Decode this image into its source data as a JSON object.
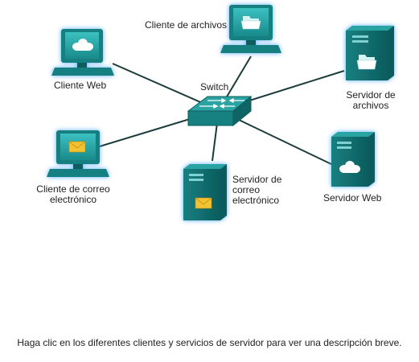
{
  "diagram": {
    "switch_label": "Switch",
    "nodes": {
      "web_client": {
        "label": "Cliente Web",
        "icon": "cloud-icon"
      },
      "file_client": {
        "label": "Cliente de archivos",
        "icon": "folder-icon"
      },
      "email_client": {
        "label_line1": "Cliente de correo",
        "label_line2": "electrónico",
        "icon": "envelope-icon"
      },
      "file_server": {
        "label_line1": "Servidor de",
        "label_line2": "archivos",
        "icon": "folder-icon"
      },
      "email_server": {
        "label_line1": "Servidor de",
        "label_line2": "correo",
        "label_line3": "electrónico",
        "icon": "envelope-icon"
      },
      "web_server": {
        "label": "Servidor Web",
        "icon": "cloud-icon"
      }
    }
  },
  "caption": "Haga clic en los diferentes clientes y servicios de servidor para ver una descripción breve.",
  "colors": {
    "device_teal": "#1f8f90",
    "device_dark": "#0f5d5e",
    "glow_blue": "#4aa6ff",
    "link_line": "#1b3b3b",
    "envelope": "#f2c230"
  }
}
